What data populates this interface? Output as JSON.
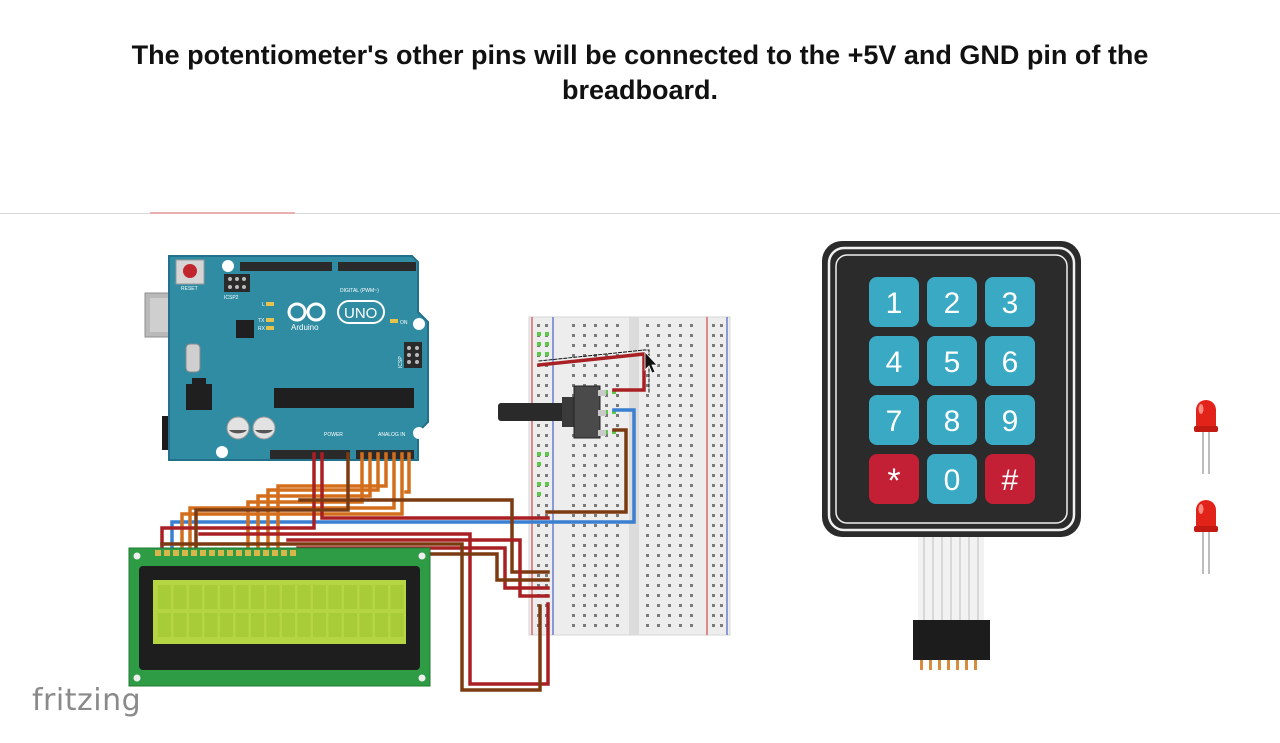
{
  "caption": {
    "line1": "The potentiometer's other pins will be connected to the +5V and GND pin of the",
    "line2": "breadboard."
  },
  "arduino": {
    "logo_text": "UNO",
    "brand_text": "Arduino",
    "reset_label": "RESET",
    "icsp2_label": "ICSP2",
    "l_label": "L",
    "tx_label": "TX",
    "rx_label": "RX",
    "on_label": "ON",
    "icsp_label": "ICSP",
    "digital_label": "DIGITAL (PWM~)",
    "power_label": "POWER",
    "analog_label": "ANALOG IN"
  },
  "keypad": {
    "keys": [
      "1",
      "2",
      "3",
      "4",
      "5",
      "6",
      "7",
      "8",
      "9",
      "*",
      "0",
      "#"
    ]
  },
  "footer": {
    "watermark": "fritzing"
  },
  "colors": {
    "arduino_board": "#2f8ca3",
    "lcd_screen": "#b5d542",
    "lcd_board": "#2e9b45",
    "keypad_body": "#2b2b2b",
    "keypad_key": "#39a9c4",
    "keypad_key_special": "#c32035",
    "wire_red": "#a82024",
    "wire_orange": "#d36e1c",
    "wire_brown": "#7b3b12",
    "wire_blue": "#3a7fd0",
    "led_red": "#e2231a"
  }
}
